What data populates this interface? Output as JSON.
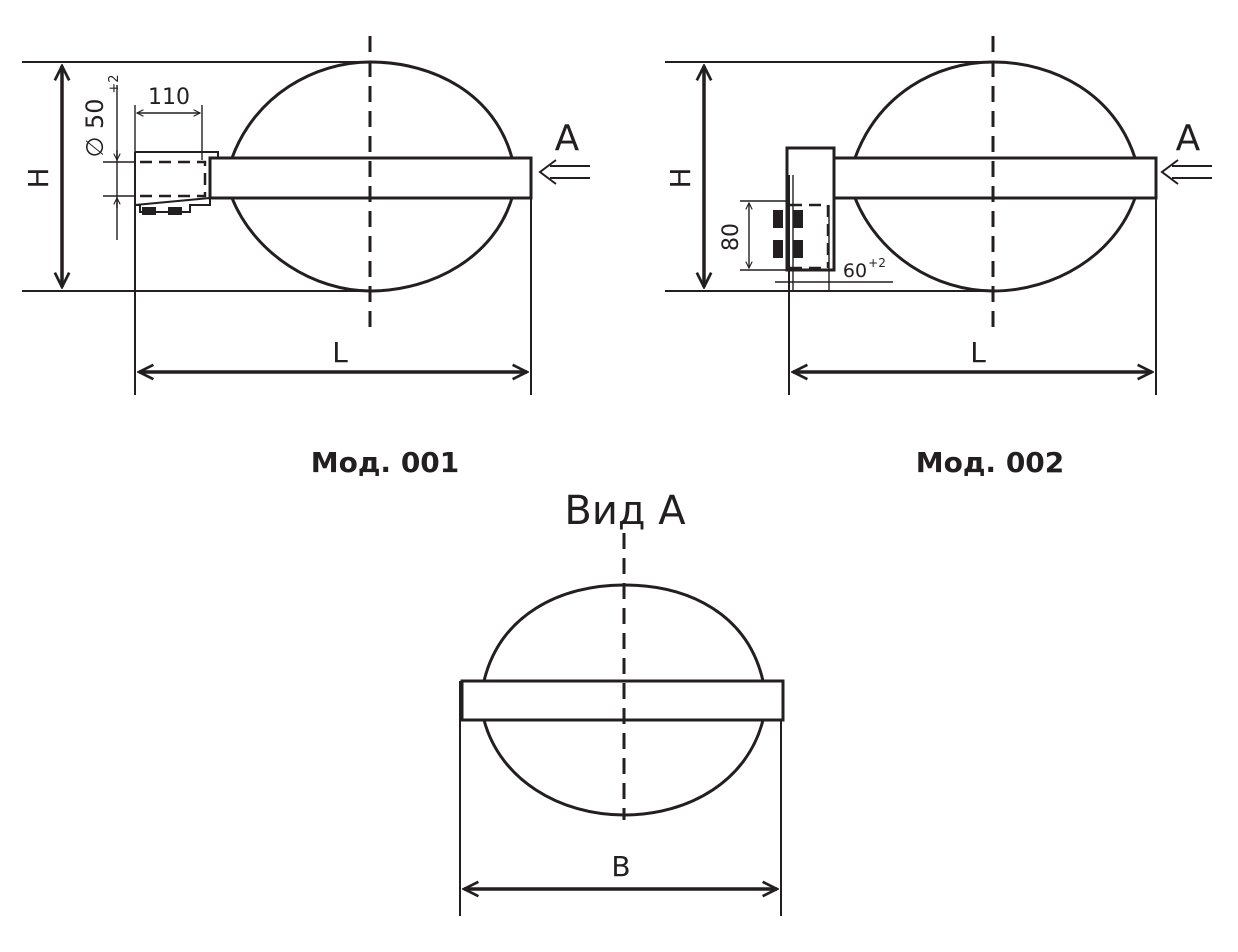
{
  "model_001": {
    "caption": "Мод. 001",
    "dim_h": "H",
    "dim_l": "L",
    "dim_width": "110",
    "dim_diameter": "∅ 50",
    "tolerance": "+2",
    "view_marker": "A"
  },
  "model_002": {
    "caption": "Мод. 002",
    "dim_h": "H",
    "dim_l": "L",
    "dim_height": "80",
    "dim_socket": "60",
    "tolerance": "+2",
    "view_marker": "A"
  },
  "view_a": {
    "title": "Вид А",
    "dim_b": "B"
  },
  "colors": {
    "line": "#231f20",
    "background": "#ffffff"
  }
}
